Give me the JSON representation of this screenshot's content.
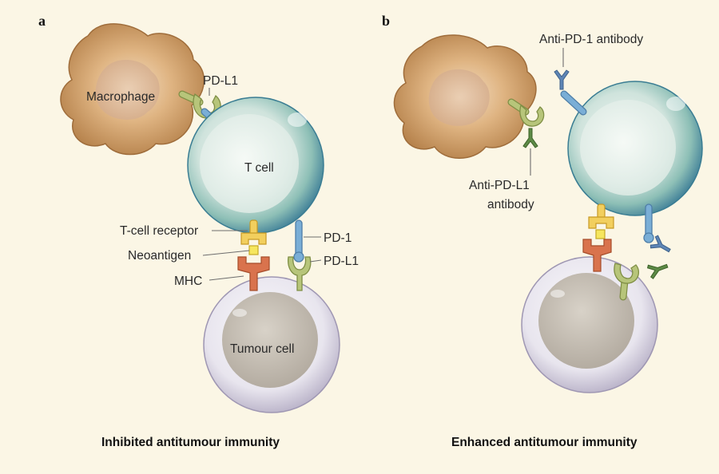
{
  "panel_a": {
    "letter": "a",
    "caption": "Inhibited antitumour immunity",
    "labels": {
      "macrophage": "Macrophage",
      "pd_l1_top": "PD-L1",
      "t_cell": "T cell",
      "t_cell_receptor": "T-cell receptor",
      "neoantigen": "Neoantigen",
      "mhc": "MHC",
      "pd_1": "PD-1",
      "pd_l1_bottom": "PD-L1",
      "tumour_cell": "Tumour cell"
    }
  },
  "panel_b": {
    "letter": "b",
    "caption": "Enhanced antitumour immunity",
    "labels": {
      "anti_pd1": "Anti-PD-1 antibody",
      "anti_pdl1_line1": "Anti-PD-L1",
      "anti_pdl1_line2": "antibody"
    }
  },
  "colors": {
    "background": "#fbf6e5",
    "macrophage": "#c9955a",
    "t_cell": "#7fb7ad",
    "tumour_cell": "#d9d5e0",
    "pd1": "#7aaed6",
    "pdl1": "#b7c57a",
    "tcr": "#f2cf5e",
    "mhc": "#d9734d",
    "antibody_pd1": "#5e86b6",
    "antibody_pdl1": "#5d8a46"
  }
}
